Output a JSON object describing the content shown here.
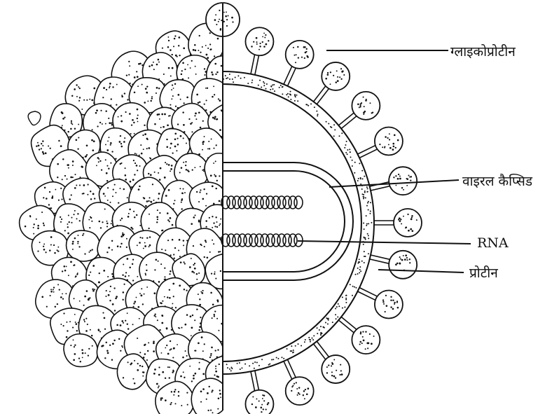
{
  "diagram": {
    "labels": {
      "glycoprotein": "ग्लाइकोप्रोटीन",
      "viral_capsid": "वाइरल कैप्सिड",
      "rna": "RNA",
      "protein": "प्रोटीन"
    },
    "colors": {
      "ink": "#111111",
      "background": "#ffffff"
    }
  }
}
